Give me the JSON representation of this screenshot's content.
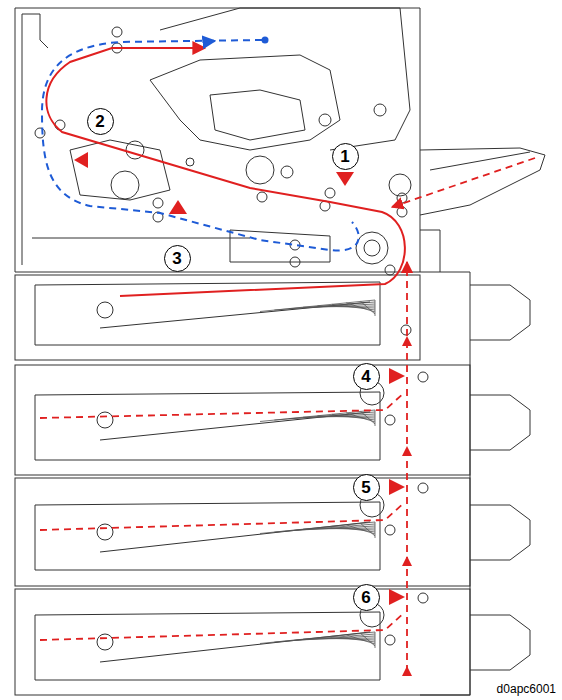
{
  "diagram": {
    "nodes": [
      {
        "text": [
          "1"
        ]
      },
      {
        "text": [
          "2"
        ]
      },
      {
        "text": [
          "3"
        ]
      },
      {
        "text": [
          "4"
        ]
      },
      {
        "text": [
          "5"
        ]
      },
      {
        "text": [
          "6"
        ]
      }
    ],
    "labels": [
      "d0apc6001"
    ]
  }
}
